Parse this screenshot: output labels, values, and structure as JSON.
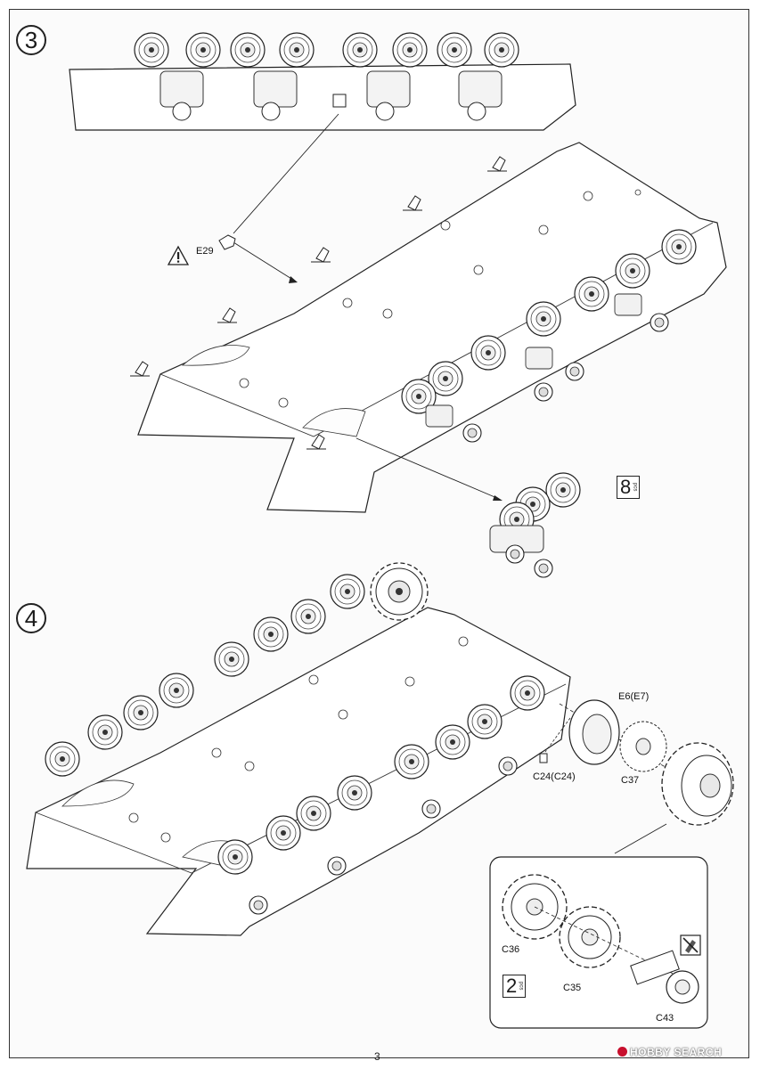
{
  "steps": {
    "three": {
      "number": "3"
    },
    "four": {
      "number": "4"
    }
  },
  "labels": {
    "e29": "E29",
    "e6": "E6(E7)",
    "c24": "C24(C24)",
    "c37": "C37",
    "c36": "C36",
    "c35": "C35",
    "c43": "C43"
  },
  "quantity_badges": {
    "eight": {
      "count": "8",
      "unit": "pcs"
    },
    "two": {
      "count": "2",
      "unit": "pcs"
    }
  },
  "icons": {
    "warning": "warning-triangle-icon",
    "no_glue": "no-glue-icon"
  },
  "footer": {
    "page_number": "3",
    "watermark": "HOBBY SEARCH"
  }
}
